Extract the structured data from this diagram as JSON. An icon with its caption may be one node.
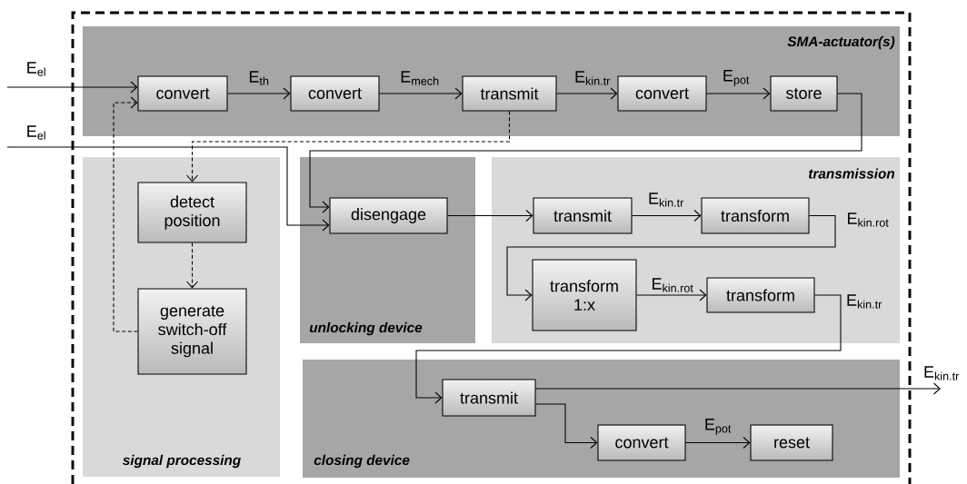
{
  "diagram": {
    "nodes": [
      {
        "text": [
          "SMA-actuator(s)"
        ]
      },
      {
        "text": [
          "convert"
        ],
        "in": 0
      },
      {
        "text": [
          "convert"
        ],
        "in": 0
      },
      {
        "text": [
          "transmit"
        ],
        "in": 0
      },
      {
        "text": [
          "convert"
        ],
        "in": 0
      },
      {
        "text": [
          "store"
        ],
        "in": 0
      },
      {
        "text": [
          "signal processing"
        ]
      },
      {
        "text": [
          "detect position"
        ],
        "in": 6
      },
      {
        "text": [
          "generate switch-off signal"
        ],
        "in": 6
      },
      {
        "text": [
          "unlocking device"
        ]
      },
      {
        "text": [
          "disengage"
        ],
        "in": 9
      },
      {
        "text": [
          "transmission"
        ]
      },
      {
        "text": [
          "transmit"
        ],
        "in": 11
      },
      {
        "text": [
          "transform"
        ],
        "in": 11
      },
      {
        "text": [
          "transform 1:x"
        ],
        "in": 11
      },
      {
        "text": [
          "transform"
        ],
        "in": 11
      },
      {
        "text": [
          "closing device"
        ]
      },
      {
        "text": [
          "transmit"
        ],
        "in": 16
      },
      {
        "text": [
          "convert"
        ],
        "in": 16
      },
      {
        "text": [
          "reset"
        ],
        "in": 16
      }
    ],
    "edges": [
      {
        "from": null,
        "to": 1,
        "arrow": "to",
        "label": "E$_{el}$"
      },
      {
        "from": 1,
        "to": 2,
        "arrow": "to",
        "label": "E$_{th}$"
      },
      {
        "from": 2,
        "to": 3,
        "arrow": "to",
        "label": "E$_{mech}$"
      },
      {
        "from": 3,
        "to": 4,
        "arrow": "to",
        "label": "E$_{kin.tr}$"
      },
      {
        "from": 4,
        "to": 5,
        "arrow": "to",
        "label": "E$_{pot}$"
      },
      {
        "from": 5,
        "to": 10,
        "arrow": "to"
      },
      {
        "from": null,
        "to": 10,
        "arrow": "to",
        "label": "E$_{el}$"
      },
      {
        "from": 3,
        "to": 7,
        "arrow": "to",
        "style": "dashed"
      },
      {
        "from": 7,
        "to": 8,
        "arrow": "to",
        "style": "dashed"
      },
      {
        "from": 8,
        "to": 1,
        "arrow": "to",
        "style": "dashed"
      },
      {
        "from": 10,
        "to": 12,
        "arrow": "to"
      },
      {
        "from": 12,
        "to": 13,
        "arrow": "to",
        "label": "E$_{kin.tr}$"
      },
      {
        "from": 13,
        "to": 14,
        "arrow": "to",
        "label": "E$_{kin.rot}$"
      },
      {
        "from": 14,
        "to": 15,
        "arrow": "to",
        "label": "E$_{kin.rot}$"
      },
      {
        "from": 15,
        "to": 17,
        "arrow": "to",
        "label": "E$_{kin.tr}$"
      },
      {
        "from": 17,
        "to": null,
        "arrow": "to",
        "label": "E$_{kin.tr}$"
      },
      {
        "from": 17,
        "to": 18,
        "arrow": "to"
      },
      {
        "from": 18,
        "to": 19,
        "arrow": "to",
        "label": "E$_{pot}$"
      }
    ]
  }
}
